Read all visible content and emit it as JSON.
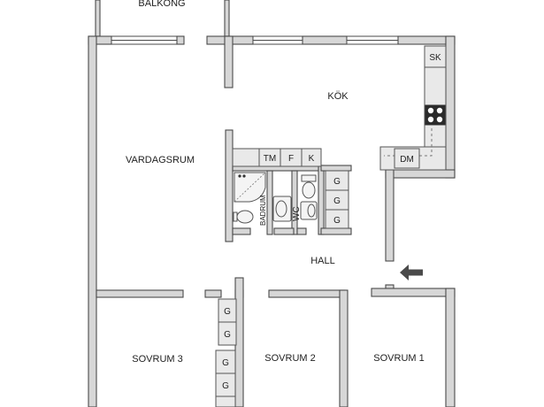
{
  "rooms": {
    "balcony": "BALKONG",
    "kitchen": "KÖK",
    "living": "VARDAGSRUM",
    "bathroom": "BADRUM",
    "wc": "WC",
    "hall": "HALL",
    "bedroom3": "SOVRUM 3",
    "bedroom2": "SOVRUM 2",
    "bedroom1": "SOVRUM 1"
  },
  "fixtures": {
    "sk": "SK",
    "dm": "DM",
    "tm": "TM",
    "f": "F",
    "k": "K",
    "g": "G"
  },
  "icons": {
    "entrance": "entrance-arrow-icon",
    "stove": "stove-icon"
  },
  "colors": {
    "wall": "#d7d7d7",
    "outline": "#4a4a4a",
    "text": "#222222"
  }
}
